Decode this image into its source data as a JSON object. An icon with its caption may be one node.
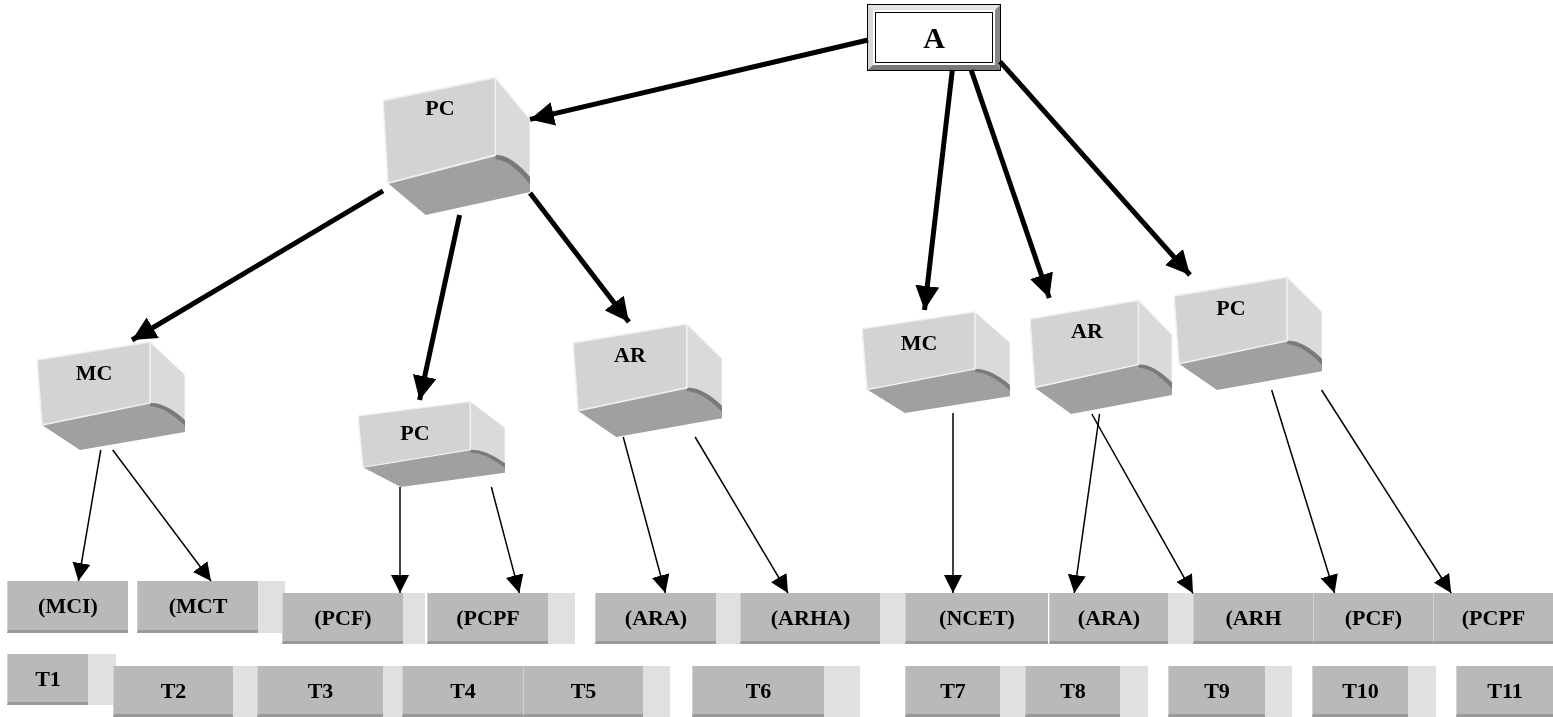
{
  "diagram": {
    "nodes": [
      {
        "text": [
          "A"
        ]
      },
      {
        "text": [
          "PC"
        ]
      },
      {
        "text": [
          "MC"
        ]
      },
      {
        "text": [
          "PC"
        ]
      },
      {
        "text": [
          "AR"
        ]
      },
      {
        "text": [
          "MC"
        ]
      },
      {
        "text": [
          "AR"
        ]
      },
      {
        "text": [
          "PC"
        ]
      },
      {
        "text": [
          "(MCI)"
        ]
      },
      {
        "text": [
          "(MCT"
        ]
      },
      {
        "text": [
          "(PCF)"
        ]
      },
      {
        "text": [
          "(PCPF"
        ]
      },
      {
        "text": [
          "(ARA)"
        ]
      },
      {
        "text": [
          "(ARHA)"
        ]
      },
      {
        "text": [
          "(NCET)"
        ]
      },
      {
        "text": [
          "(ARA)"
        ]
      },
      {
        "text": [
          "(ARH"
        ]
      },
      {
        "text": [
          "(PCF)"
        ]
      },
      {
        "text": [
          "(PCPF"
        ]
      },
      {
        "text": [
          "T1"
        ]
      },
      {
        "text": [
          "T2"
        ]
      },
      {
        "text": [
          "T3"
        ]
      },
      {
        "text": [
          "T4"
        ]
      },
      {
        "text": [
          "T5"
        ]
      },
      {
        "text": [
          "T6"
        ]
      },
      {
        "text": [
          "T7"
        ]
      },
      {
        "text": [
          "T8"
        ]
      },
      {
        "text": [
          "T9"
        ]
      },
      {
        "text": [
          "T10"
        ]
      },
      {
        "text": [
          "T11"
        ]
      }
    ],
    "edges": [
      {
        "from": 0,
        "to": 1,
        "arrow": "to",
        "style": "thick"
      },
      {
        "from": 1,
        "to": 2,
        "arrow": "to",
        "style": "thick"
      },
      {
        "from": 1,
        "to": 3,
        "arrow": "to",
        "style": "thick"
      },
      {
        "from": 1,
        "to": 4,
        "arrow": "to",
        "style": "thick"
      },
      {
        "from": 0,
        "to": 5,
        "arrow": "to",
        "style": "thick"
      },
      {
        "from": 0,
        "to": 6,
        "arrow": "to",
        "style": "thick"
      },
      {
        "from": 0,
        "to": 7,
        "arrow": "to",
        "style": "thick"
      },
      {
        "from": 2,
        "to": 8,
        "arrow": "to"
      },
      {
        "from": 2,
        "to": 9,
        "arrow": "to"
      },
      {
        "from": 3,
        "to": 10,
        "arrow": "to"
      },
      {
        "from": 3,
        "to": 11,
        "arrow": "to"
      },
      {
        "from": 4,
        "to": 12,
        "arrow": "to"
      },
      {
        "from": 4,
        "to": 13,
        "arrow": "to"
      },
      {
        "from": 5,
        "to": 14,
        "arrow": "to"
      },
      {
        "from": 6,
        "to": 15,
        "arrow": "to"
      },
      {
        "from": 6,
        "to": 16,
        "arrow": "to"
      },
      {
        "from": 7,
        "to": 17,
        "arrow": "to"
      },
      {
        "from": 7,
        "to": 18,
        "arrow": "to"
      }
    ]
  }
}
